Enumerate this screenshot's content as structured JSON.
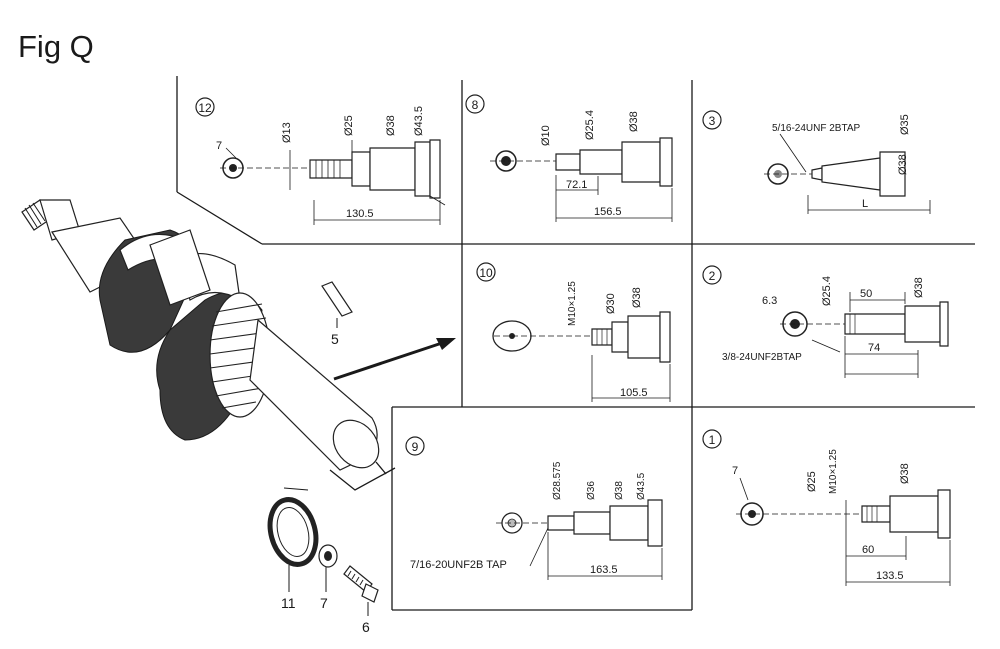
{
  "figure": {
    "title": "Fig Q"
  },
  "exploded_view": {
    "callouts": [
      "5",
      "11",
      "7",
      "6"
    ]
  },
  "panels": [
    {
      "id": "12",
      "labels": [
        "7",
        "Ø13",
        "Ø25",
        "Ø38",
        "Ø43.5",
        "130.5"
      ]
    },
    {
      "id": "8",
      "labels": [
        "Ø10",
        "Ø25.4",
        "Ø38",
        "72.1",
        "156.5"
      ]
    },
    {
      "id": "3",
      "labels": [
        "5/16-24UNF 2BTAP",
        "Ø35",
        "Ø38",
        "L"
      ]
    },
    {
      "id": "10",
      "labels": [
        "M10×1.25",
        "Ø30",
        "Ø38",
        "105.5"
      ]
    },
    {
      "id": "2",
      "labels": [
        "6.3",
        "Ø25.4",
        "50",
        "Ø38",
        "74",
        "3/8-24UNF2BTAP"
      ]
    },
    {
      "id": "9",
      "labels": [
        "Ø28.575",
        "Ø36",
        "Ø38",
        "Ø43.5",
        "7/16-20UNF2B TAP",
        "163.5"
      ]
    },
    {
      "id": "1",
      "labels": [
        "7",
        "Ø25",
        "M10×1.25",
        "Ø38",
        "60",
        "133.5"
      ]
    }
  ]
}
